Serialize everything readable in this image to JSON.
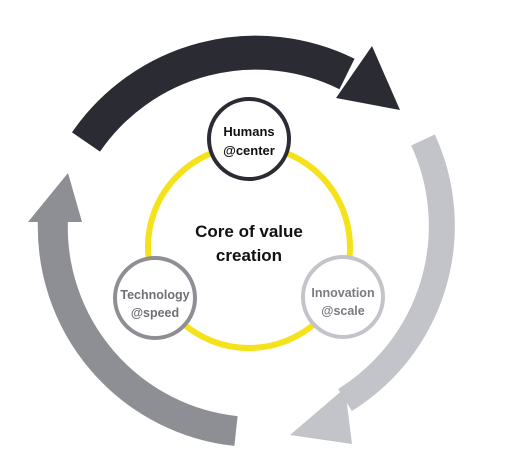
{
  "colors": {
    "arrow_top": "#2b2b33",
    "arrow_right": "#c3c4c9",
    "arrow_left": "#8e8f94",
    "ring": "#f5e21a",
    "node_humans_border": "#2b2b33",
    "node_technology_border": "#8e8f94",
    "node_innovation_border": "#c3c4c9",
    "text_dark": "#111111",
    "text_mid": "#6f7075",
    "text_light": "#7a7b80"
  },
  "center": {
    "line1": "Core of value",
    "line2": "creation"
  },
  "nodes": {
    "humans": {
      "line1": "Humans",
      "line2": "@center"
    },
    "technology": {
      "line1": "Technology",
      "line2": "@speed"
    },
    "innovation": {
      "line1": "Innovation",
      "line2": "@scale"
    }
  }
}
